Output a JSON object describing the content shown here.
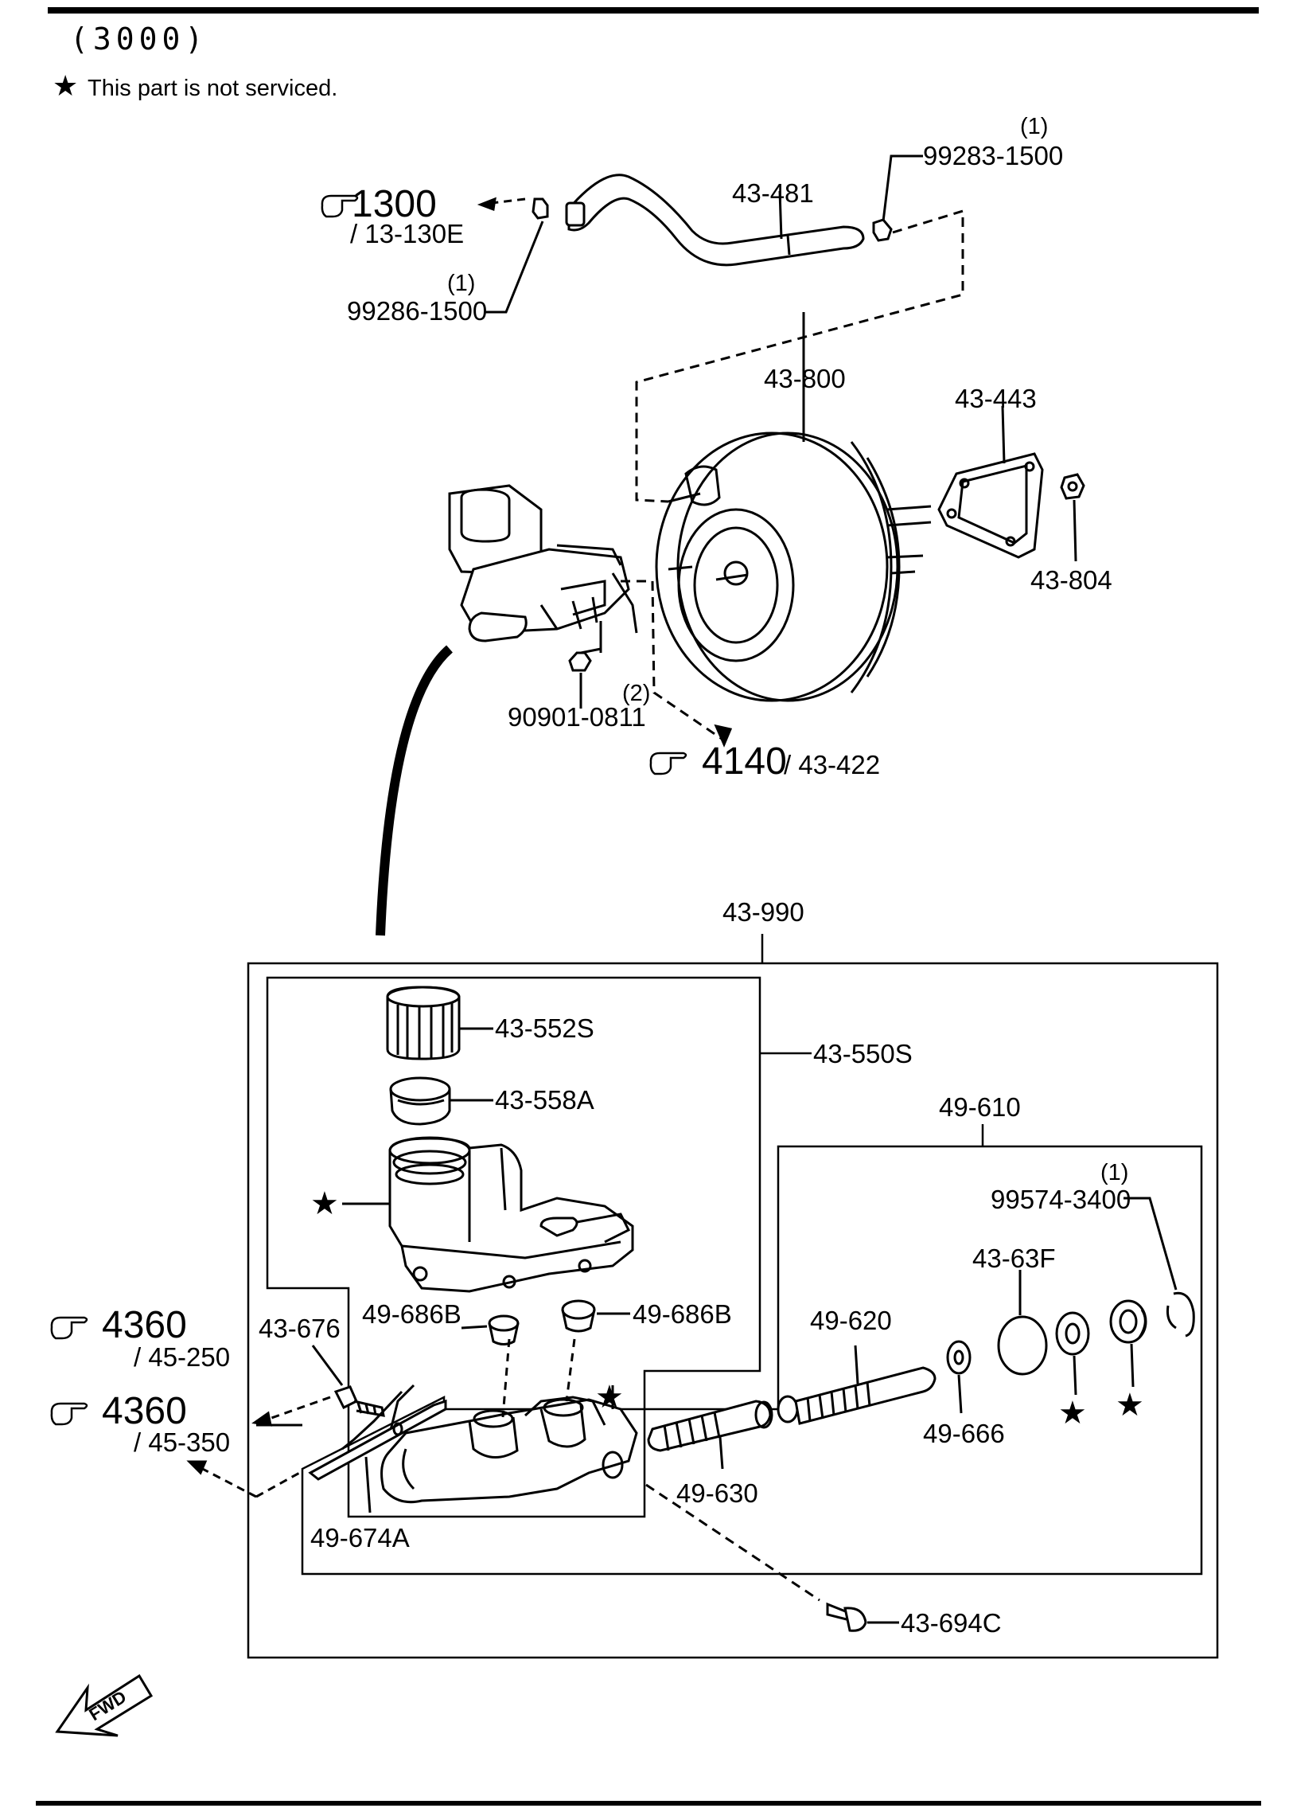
{
  "header": {
    "code": "(3000)",
    "note_symbol": "★",
    "note_text": "This part is not serviced."
  },
  "refs": {
    "r1300_num": "1300",
    "r1300_sub": "/ 13-130E",
    "r4140_num": "4140",
    "r4140_sub": "/ 43-422",
    "r4360a_num": "4360",
    "r4360a_sub": "/ 45-250",
    "r4360b_num": "4360",
    "r4360b_sub": "/ 45-350"
  },
  "parts": {
    "p43_481": "43-481",
    "p99283": "99283-1500",
    "p99283_qty": "(1)",
    "p99286": "99286-1500",
    "p99286_qty": "(1)",
    "p43_800": "43-800",
    "p43_443": "43-443",
    "p43_804": "43-804",
    "p90901": "90901-0811",
    "p90901_qty": "(2)",
    "p43_990": "43-990",
    "p43_552S": "43-552S",
    "p43_558A": "43-558A",
    "p43_550S": "43-550S",
    "p49_610": "49-610",
    "p99574": "99574-3400",
    "p99574_qty": "(1)",
    "p43_63F": "43-63F",
    "p49_620": "49-620",
    "p49_686B_a": "49-686B",
    "p49_686B_b": "49-686B",
    "p43_676": "43-676",
    "p49_666": "49-666",
    "p49_630": "49-630",
    "p49_674A": "49-674A",
    "p43_694C": "43-694C"
  },
  "stars": "★",
  "fwd_label": "FWD",
  "icons": [
    "pointing-hand-icon",
    "star-icon",
    "fwd-arrow-icon"
  ]
}
